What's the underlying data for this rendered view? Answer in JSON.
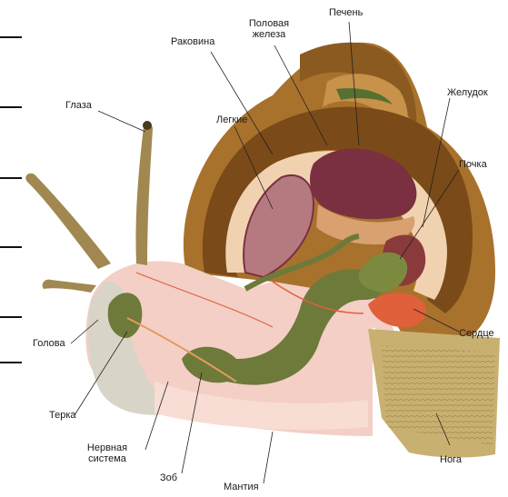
{
  "labels": {
    "rakovina": "Раковина",
    "polovaya": "Половая\nжелеза",
    "polovaya_l1": "Половая",
    "polovaya_l2": "железа",
    "pechen": "Печень",
    "glaza": "Глаза",
    "legkie": "Легкие",
    "zheludok": "Желудок",
    "pochka": "Почка",
    "golova": "Голова",
    "serdce": "Сердце",
    "terka": "Терка",
    "nervnaya_l1": "Нервная",
    "nervnaya_l2": "система",
    "zob": "Зоб",
    "mantiya": "Мантия",
    "noga": "Нога"
  },
  "colors": {
    "shell": "#a8722c",
    "shell_dark": "#6e4514",
    "body_pink": "#f3cfc6",
    "foot": "#c8b070",
    "organ_dark": "#7a3040",
    "gut_green": "#6d7a3a",
    "heart_red": "#e0603c",
    "lung": "#b57a80"
  }
}
